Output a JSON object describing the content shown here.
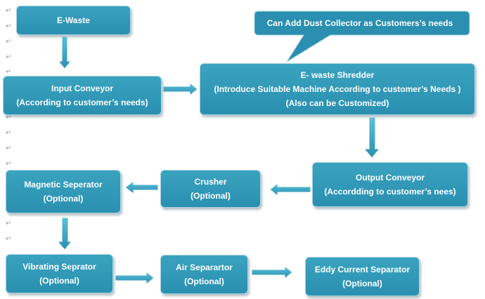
{
  "nodes": {
    "ewaste": {
      "line1": "E-Waste"
    },
    "input_conveyor": {
      "line1": "Input Conveyor",
      "line2": "(According to customer’s needs)"
    },
    "shredder": {
      "line1": "E- waste Shredder",
      "line2": "(Introduce Suitable Machine According to customer’s Needs )",
      "line3": "(Also can be Customized)"
    },
    "output_conveyor": {
      "line1": "Output Conveyor",
      "line2": "(Accordding to customer’s nees)"
    },
    "crusher": {
      "line1": "Crusher",
      "line2": "(Optional)"
    },
    "magnetic": {
      "line1": "Magnetic Seperator",
      "line2": "(Optional)"
    },
    "vibrating": {
      "line1": "Vibrating Seprator",
      "line2": "(Optional)"
    },
    "air": {
      "line1": "Air Separartor",
      "line2": "(Optional)"
    },
    "eddy": {
      "line1": "Eddy Current Separator",
      "line2": "(Optional)"
    }
  },
  "callout": {
    "text": "Can Add Dust Collector as Customers’s needs"
  },
  "marks": {
    "pilcrow": "↵"
  },
  "colors": {
    "box_fill": "#3aa3bf",
    "box_border": "#a9d3df",
    "arrow_fill": "#2e9ec0",
    "text": "#ffffff"
  }
}
